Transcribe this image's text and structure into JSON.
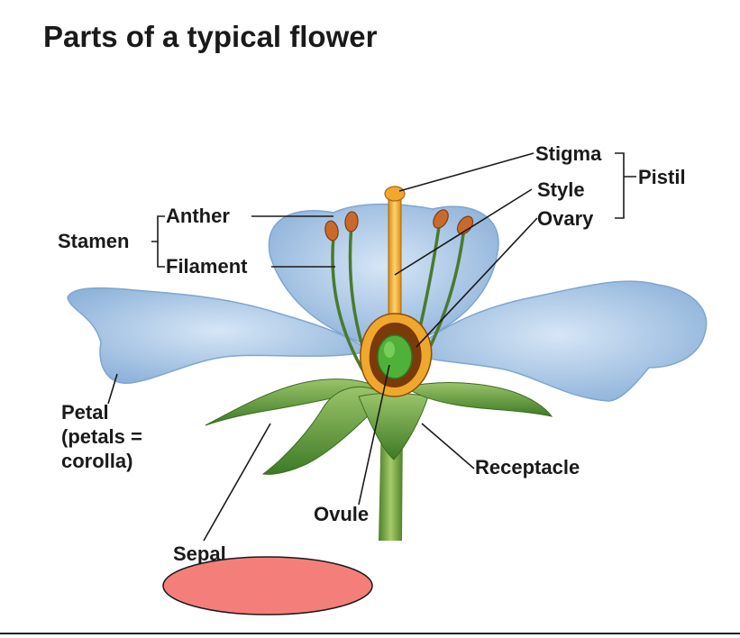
{
  "title": "Parts of a typical flower",
  "labels": {
    "stigma": "Stigma",
    "style": "Style",
    "ovary": "Ovary",
    "pistil": "Pistil",
    "anther": "Anther",
    "filament": "Filament",
    "stamen": "Stamen",
    "petal_line1": "Petal",
    "petal_line2": "(petals =",
    "petal_line3": "corolla)",
    "receptacle": "Receptacle",
    "ovule": "Ovule",
    "sepal": "Sepal"
  },
  "colors": {
    "petal": "#a9c6e6",
    "petal_edge": "#7fa6cf",
    "sepal": "#5e9a3a",
    "stem": "#6f9e3e",
    "pistil": "#f0a82c",
    "ovule": "#4fb13a",
    "filament": "#4a7a2e",
    "anther": "#c96a2a",
    "marker": "#f47f7a"
  }
}
